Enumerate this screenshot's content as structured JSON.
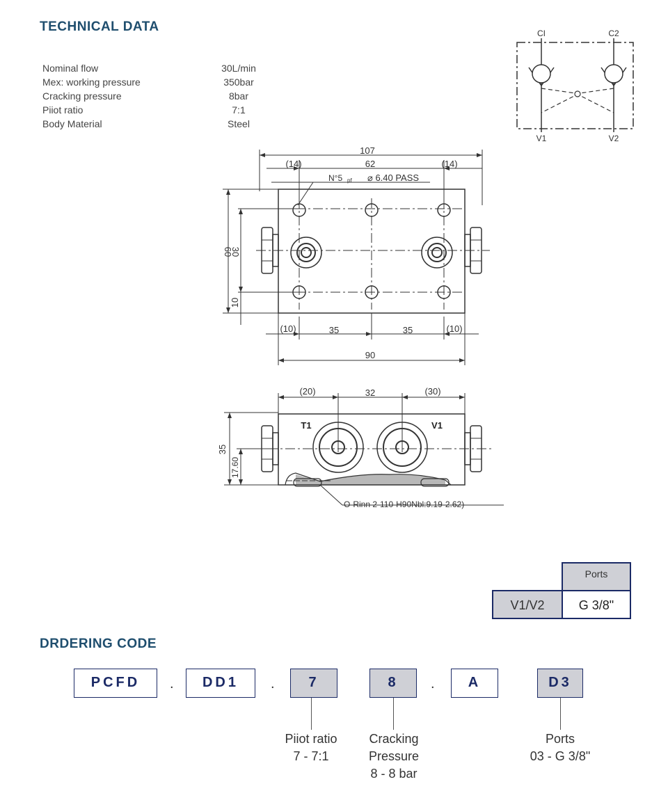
{
  "technical_title": "TECHNICAL DATA",
  "specs": [
    {
      "label": "Nominal flow",
      "value": "30L/min"
    },
    {
      "label": "Mex: working pressure",
      "value": "350bar"
    },
    {
      "label": "Cracking pressure",
      "value": "8bar"
    },
    {
      "label": "Piiot ratio",
      "value": "7:1"
    },
    {
      "label": "Body Material",
      "value": "Steel"
    }
  ],
  "schematic": {
    "c1": "CI",
    "c2": "C2",
    "v1": "V1",
    "v2": "V2"
  },
  "top_view": {
    "overall_width": "107",
    "left_offset": "(14)",
    "hole_spacing": "62",
    "right_offset": "(14)",
    "hole_note_prefix": "N°5",
    "hole_note_sub": "pf",
    "hole_note": "⌀ 6.40 PASS",
    "height": "60",
    "inner_height": "30",
    "bottom_offset": "10",
    "left_edge": "(10)",
    "spacing_left": "35",
    "spacing_right": "35",
    "right_edge": "(10)",
    "body_width": "90"
  },
  "front_view": {
    "left_offset": "(20)",
    "port_spacing": "32",
    "right_offset": "(30)",
    "height": "35",
    "port_height": "17.60",
    "port_t1": "T1",
    "port_v1": "V1",
    "oring_note": "O-Rinn 2-110-H90Nbl:9.19-2.62)"
  },
  "ports_table": {
    "header": "Ports",
    "row_label": "V1/V2",
    "row_value": "G 3/8\""
  },
  "ordering_title": "DRDERING CODE",
  "ordering_code": {
    "segments": [
      "PCFD",
      ".",
      "DD1",
      ".",
      "7",
      "8",
      ".",
      "A",
      "D3"
    ],
    "pilot_caption": "Piiot ratio",
    "pilot_value": "7 - 7:1",
    "cracking_caption_1": "Cracking",
    "cracking_caption_2": "Pressure",
    "cracking_value": "8 - 8 bar",
    "ports_caption": "Ports",
    "ports_value": "03 - G 3/8\""
  },
  "colors": {
    "heading": "#1f4e6e",
    "box_border": "#1b2a66",
    "box_shade": "#cfd0d6"
  }
}
